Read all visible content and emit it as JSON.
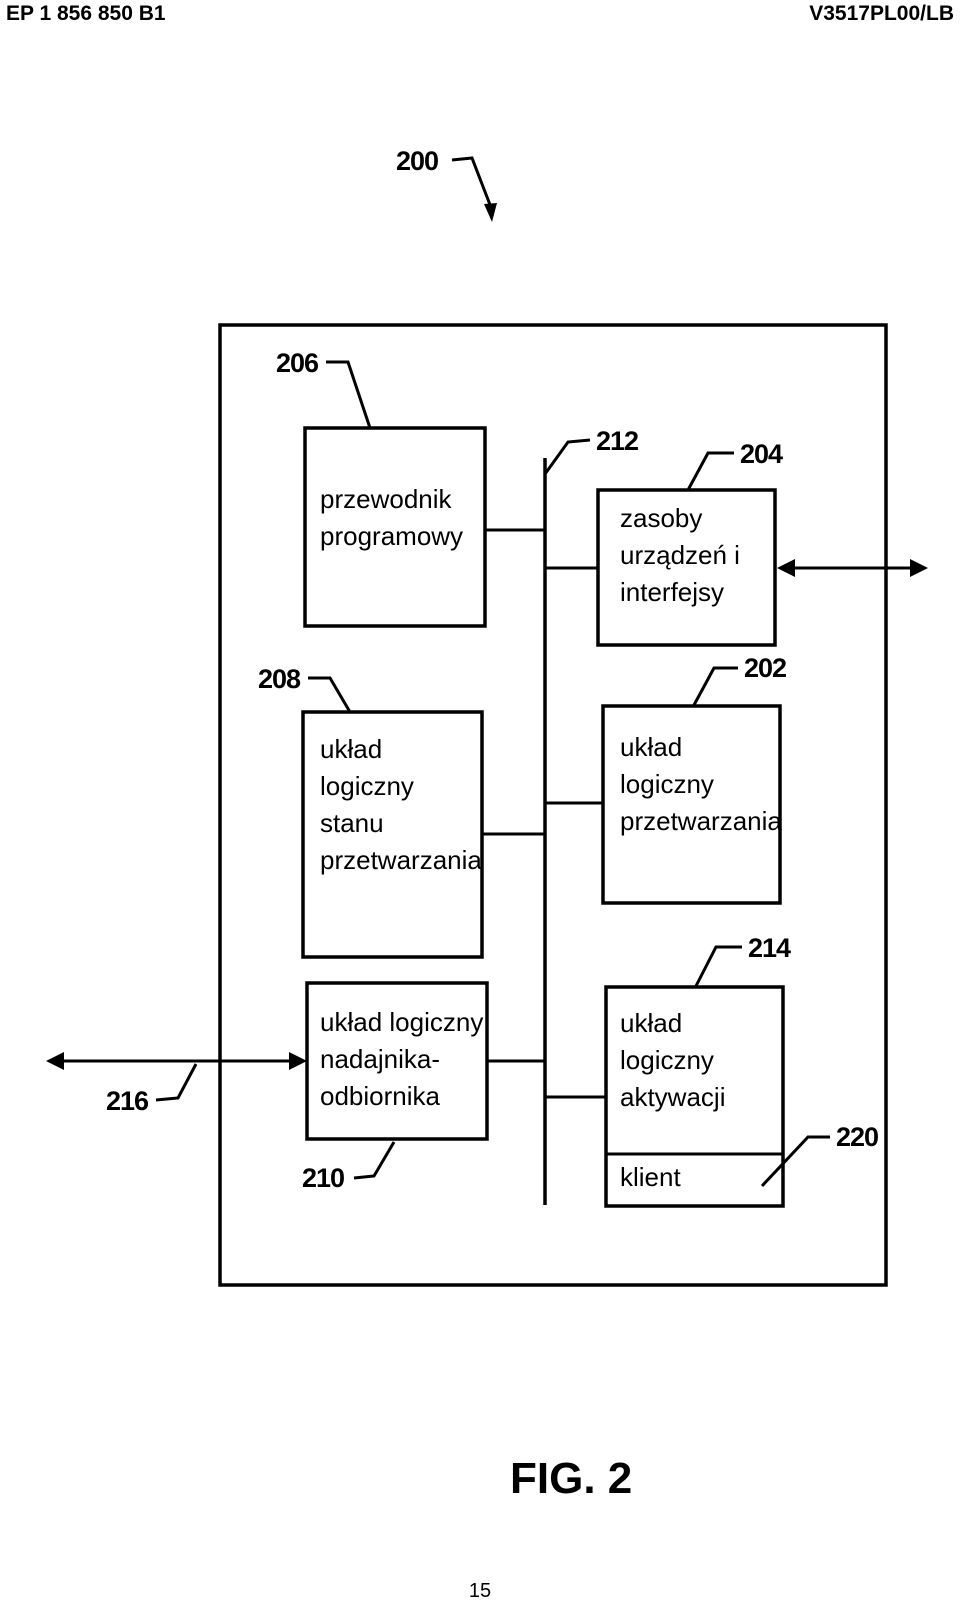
{
  "header": {
    "left": "EP 1 856 850 B1",
    "right": "V3517PL00/LB"
  },
  "figure": {
    "ref_main": "200",
    "caption": "FIG. 2"
  },
  "blocks": {
    "guide": {
      "ref": "206",
      "lines": [
        "przewodnik",
        "programowy"
      ]
    },
    "resources": {
      "ref": "204",
      "lines": [
        "zasoby",
        "urządzeń i",
        "interfejsy"
      ]
    },
    "state_logic": {
      "ref": "208",
      "lines": [
        "układ",
        "logiczny",
        "stanu",
        "przetwarzania"
      ]
    },
    "processing_logic": {
      "ref": "202",
      "lines": [
        "układ",
        "logiczny",
        "przetwarzania"
      ]
    },
    "transceiver_logic": {
      "ref": "210",
      "lines": [
        "układ logiczny",
        "nadajnika-",
        "odbiornika"
      ]
    },
    "activation_logic": {
      "ref": "214",
      "lines": [
        "układ",
        "logiczny",
        "aktywacji"
      ]
    },
    "client": {
      "ref": "220",
      "label": "klient"
    }
  },
  "bus": {
    "ref": "212"
  },
  "external_link": {
    "ref": "216"
  },
  "page_number": "15"
}
